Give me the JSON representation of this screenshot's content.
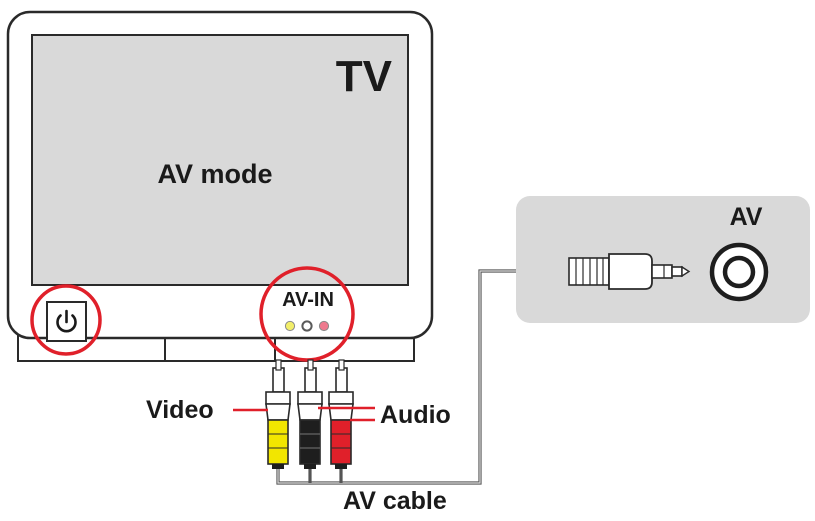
{
  "tv": {
    "title": "TV",
    "screen_text": "AV mode",
    "port_label": "AV-IN",
    "jack_colors": [
      "#f2ee6a",
      "#c9c9c9",
      "#ee7a8e"
    ]
  },
  "device": {
    "port_label": "AV"
  },
  "cable": {
    "video_label": "Video",
    "audio_label": "Audio",
    "cable_label": "AV cable",
    "plug_colors": [
      "#f2e600",
      "#1e1e1e",
      "#e0202a"
    ]
  },
  "colors": {
    "highlight": "#e0202a",
    "screen": "#d9d9d9",
    "device_panel": "#d9d9d9",
    "outline": "#2a2a2a"
  },
  "icons": [
    "power-icon",
    "av-jack-icon",
    "rca-plug-icon",
    "mini-plug-icon"
  ]
}
